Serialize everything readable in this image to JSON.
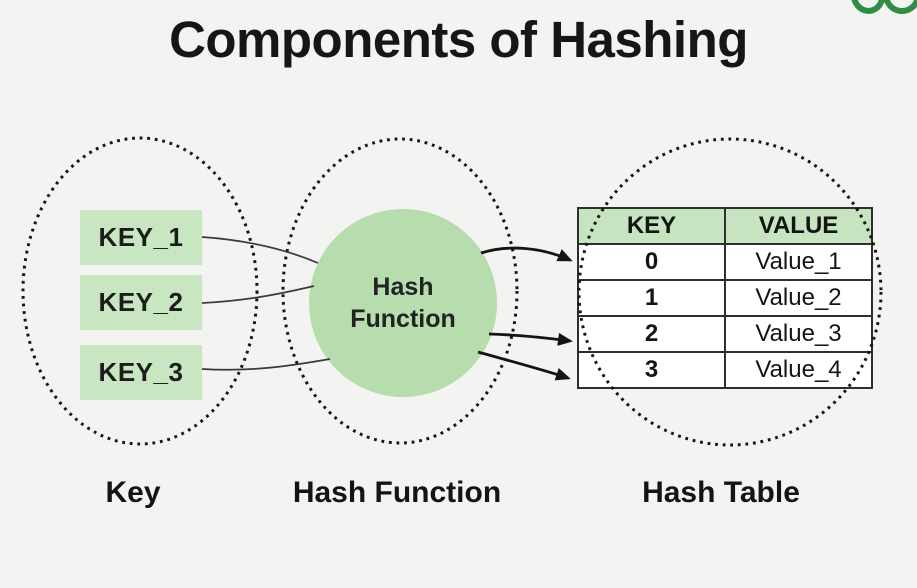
{
  "title": "Components of Hashing",
  "brand": {
    "logo_icon": "green-arcs-partial-logo"
  },
  "key_group": {
    "caption": "Key",
    "items": [
      "KEY_1",
      "KEY_2",
      "KEY_3"
    ]
  },
  "hash_function_group": {
    "caption": "Hash Function",
    "circle_label": "Hash Function"
  },
  "hash_table_group": {
    "caption": "Hash Table",
    "columns": [
      "KEY",
      "VALUE"
    ],
    "rows": [
      [
        "0",
        "Value_1"
      ],
      [
        "1",
        "Value_2"
      ],
      [
        "2",
        "Value_3"
      ],
      [
        "3",
        "Value_4"
      ]
    ]
  },
  "colors": {
    "background": "#f3f3f1",
    "key_box_green": "#c9e6c3",
    "circle_green": "#b7ddae",
    "table_header_green": "#c6e4c0",
    "logo_green": "#2f8d46",
    "line_black": "#1a1a1a"
  }
}
